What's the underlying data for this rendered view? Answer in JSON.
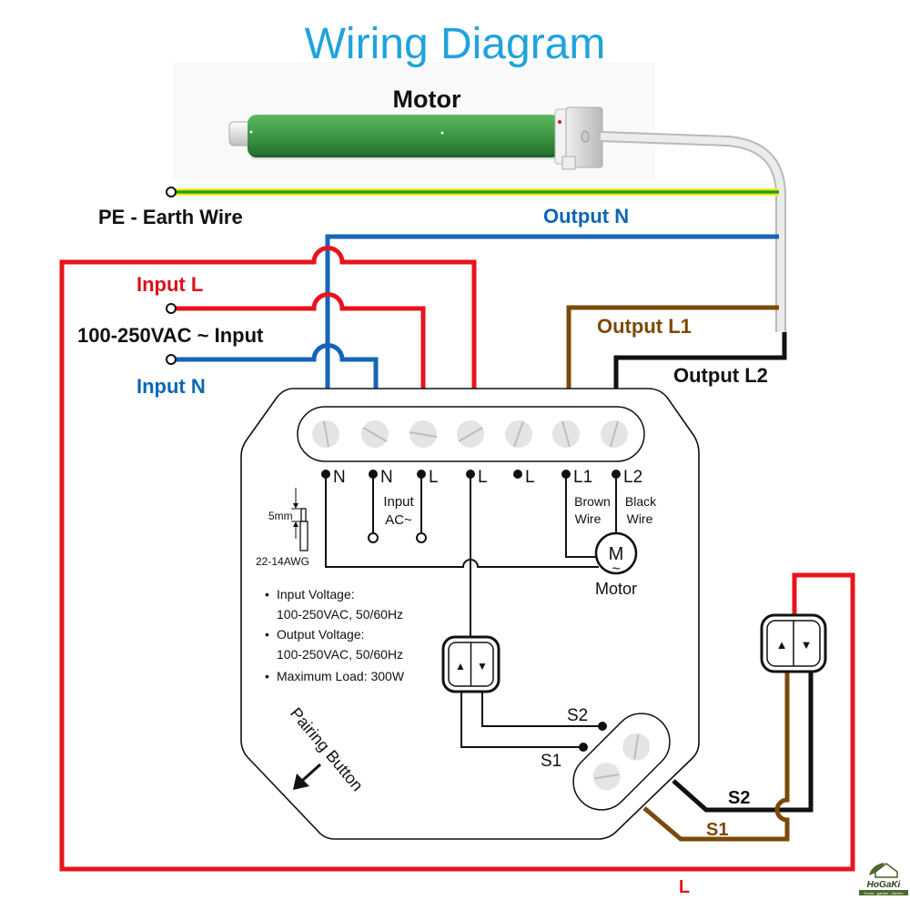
{
  "title": "Wiring Diagram",
  "motor": {
    "label": "Motor"
  },
  "wires": {
    "pe": "PE - Earth Wire",
    "output_n": "Output N",
    "input_l": "Input L",
    "input_voltage": "100-250VAC ~ Input",
    "input_n": "Input N",
    "output_l1": "Output L1",
    "output_l2": "Output L2",
    "s1": "S1",
    "s2": "S2",
    "l": "L"
  },
  "colors": {
    "title": "#1fa3dc",
    "live": "#e8141b",
    "neutral": "#1565b8",
    "brown": "#7a4a08",
    "black": "#111111",
    "earth_green": "#2e9a2e",
    "earth_yellow": "#f2f20c",
    "motor_green": "#3f9b46"
  },
  "device": {
    "terminals": [
      "N",
      "N",
      "L",
      "L",
      "L",
      "L1",
      "L2"
    ],
    "input_ac": [
      "Input",
      "AC~"
    ],
    "brown_wire": [
      "Brown",
      "Wire"
    ],
    "black_wire": [
      "Black",
      "Wire"
    ],
    "motor_symbol": "M",
    "motor_tilde": "~",
    "motor_label": "Motor",
    "strip_length": "5mm",
    "wire_gauge": "22-14AWG",
    "specs": [
      {
        "bullet": "Input Voltage:",
        "value": "100-250VAC, 50/60Hz"
      },
      {
        "bullet": "Output Voltage:",
        "value": "100-250VAC, 50/60Hz"
      },
      {
        "bullet": "Maximum Load: 300W",
        "value": ""
      }
    ],
    "s1": "S1",
    "s2": "S2",
    "pairing_button": "Pairing Button"
  },
  "switch": {
    "up_symbol": "▲",
    "down_symbol": "▼"
  },
  "brand": {
    "name": "HoGaKi",
    "tagline": "Home - garden - kitchen"
  }
}
